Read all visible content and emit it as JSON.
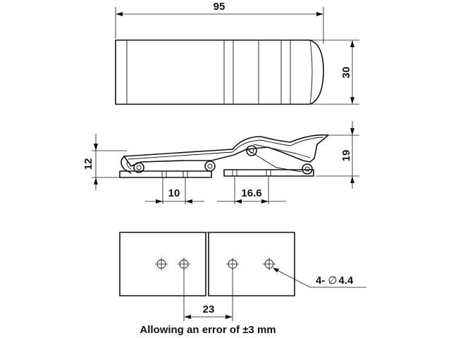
{
  "dimensions": {
    "top_length": "95",
    "top_height": "30",
    "side_height_left": "12",
    "side_height_right": "19",
    "hole_spacing_left": "10",
    "hole_spacing_right": "16.6",
    "base_hole_spacing": "23",
    "holes_count_prefix": "4-",
    "hole_diameter_symbol": "∅",
    "hole_diameter": "4.4"
  },
  "note": "Allowing an error of ±3 mm"
}
